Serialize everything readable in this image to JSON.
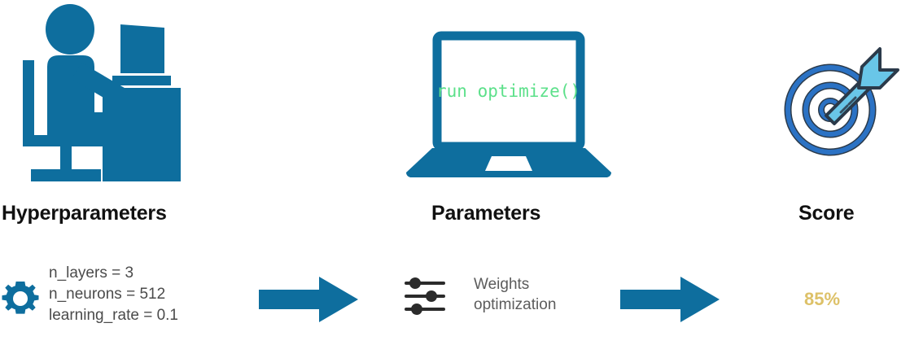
{
  "diagram": {
    "title_flow": "Hyperparameters to Parameters to Score",
    "background_color": "#ffffff",
    "primary_color": "#0e6e9e",
    "accent_green": "#5ce08a",
    "accent_gold": "#ddc168",
    "target_ring_color": "#2b72c4",
    "target_dart_color": "#69c6e8",
    "icon_dark": "#2b2b2b"
  },
  "columns": [
    {
      "key": "hyperparameters",
      "heading": "Hyperparameters",
      "icon": "person-at-desk-icon",
      "detail_icon": "gear-icon",
      "lines": [
        "n_layers = 3",
        "n_neurons = 512",
        "learning_rate = 0.1"
      ]
    },
    {
      "key": "parameters",
      "heading": "Parameters",
      "icon": "laptop-icon",
      "detail_icon": "sliders-icon",
      "screen_text": "run optimize()",
      "lines": [
        "Weights",
        "optimization"
      ]
    },
    {
      "key": "score",
      "heading": "Score",
      "icon": "target-with-dart-icon",
      "value": "85%"
    }
  ],
  "arrows": [
    {
      "key": "arrow-1",
      "name": "arrow-hyperparameters-to-parameters",
      "direction": "right"
    },
    {
      "key": "arrow-2",
      "name": "arrow-parameters-to-score",
      "direction": "right"
    }
  ]
}
